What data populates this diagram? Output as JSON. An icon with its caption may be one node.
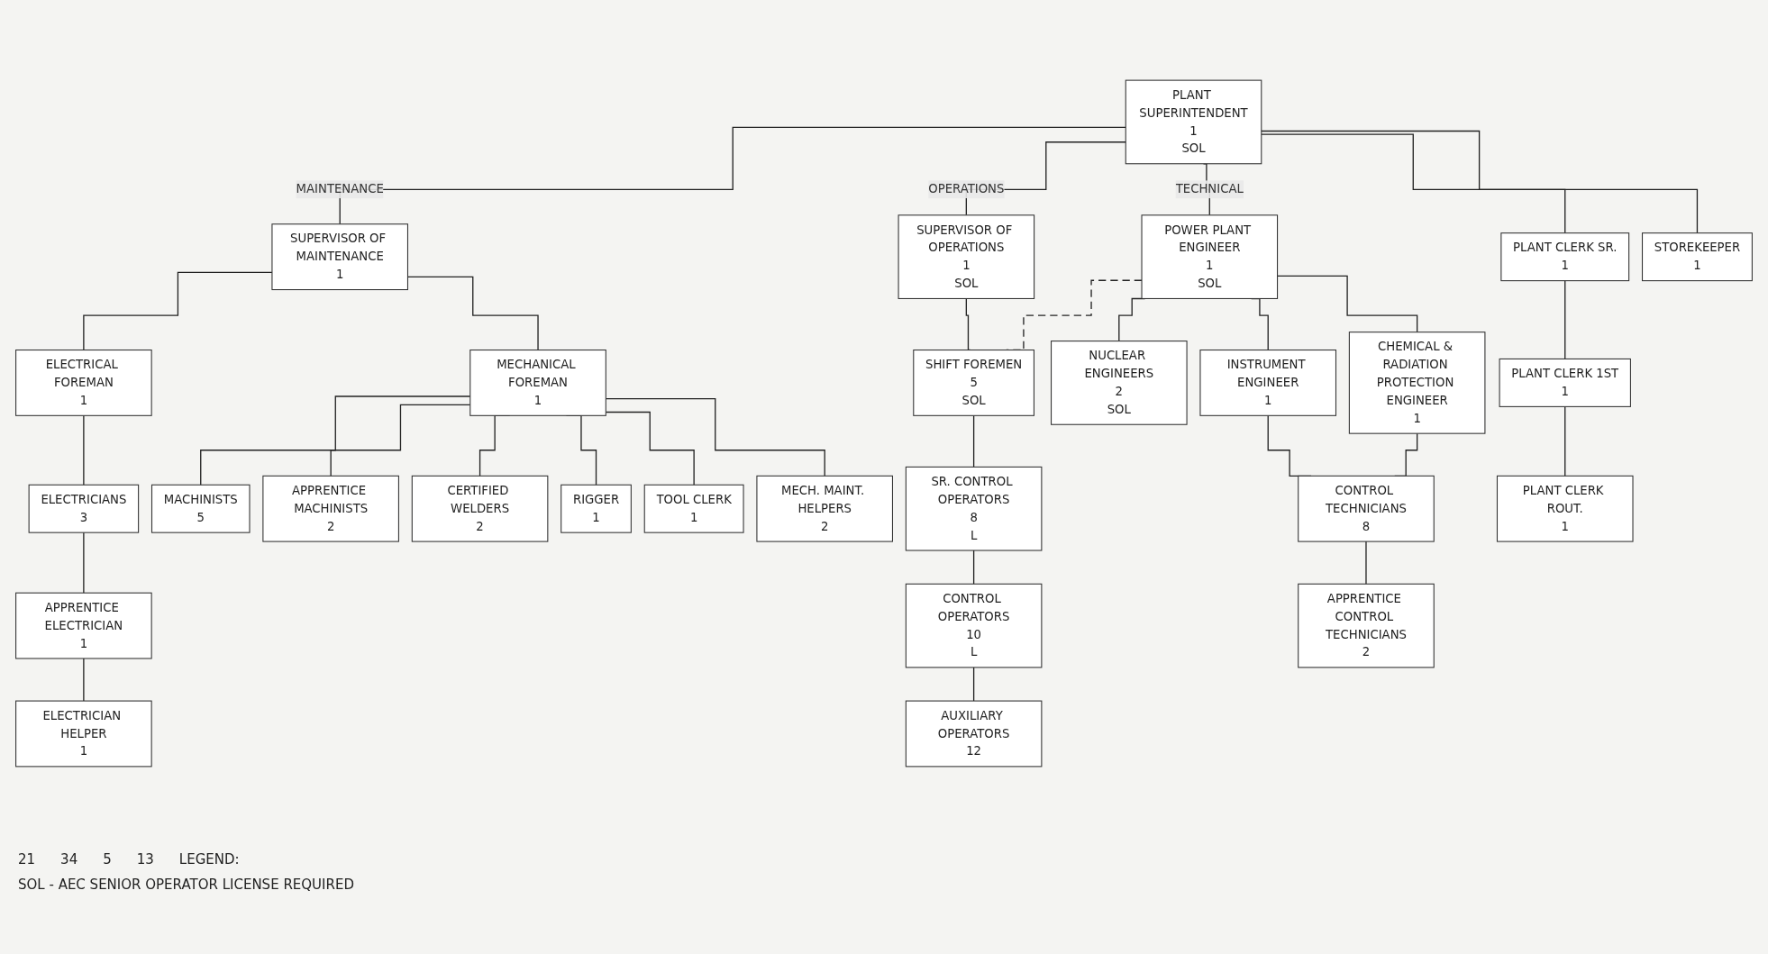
{
  "diagram": {
    "nodes": [
      {
        "text": [
          "PLANT SUPERINTENDENT",
          "1",
          "SOL"
        ]
      },
      {
        "text": [
          "SUPERVISOR OF MAINTENANCE",
          "1"
        ]
      },
      {
        "text": [
          "SUPERVISOR OF OPERATIONS",
          "1",
          "SOL"
        ]
      },
      {
        "text": [
          "POWER PLANT ENGINEER",
          "1",
          "SOL"
        ]
      },
      {
        "text": [
          "ELECTRICAL FOREMAN",
          "1"
        ]
      },
      {
        "text": [
          "MECHANICAL FOREMAN",
          "1"
        ]
      },
      {
        "text": [
          "SHIFT FOREMEN",
          "5",
          "SOL"
        ]
      },
      {
        "text": [
          "NUCLEAR ENGINEERS",
          "2",
          "SOL"
        ]
      },
      {
        "text": [
          "INSTRUMENT ENGINEER",
          "1"
        ]
      },
      {
        "text": [
          "CHEMICAL & RADIATION PROTECTION ENGINEER",
          "1"
        ]
      },
      {
        "text": [
          "ELECTRICIANS",
          "3"
        ]
      },
      {
        "text": [
          "MACHINISTS",
          "5"
        ]
      },
      {
        "text": [
          "SR. CONTROL OPERATORS",
          "8",
          "L"
        ]
      },
      {
        "text": [
          "APPRENTICE ELECTRICIAN",
          "1"
        ]
      },
      {
        "text": [
          "APPRENTICE MACHINISTS",
          "2"
        ]
      },
      {
        "text": [
          "CONTROL OPERATORS",
          "10",
          "L"
        ]
      },
      {
        "text": [
          "CONTROL TECHNICIANS",
          "8"
        ]
      },
      {
        "text": [
          "ELECTRICIAN HELPER",
          "1"
        ]
      },
      {
        "text": [
          "CERTIFIED WELDERS",
          "2"
        ]
      },
      {
        "text": [
          "AUXILIARY OPERATORS",
          "12"
        ]
      },
      {
        "text": [
          "APPRENTICE CONTROL TECHNICIANS",
          "2"
        ]
      },
      {
        "text": [
          "RIGGER",
          "1"
        ]
      },
      {
        "text": [
          "PLANT CLERK SR.",
          "1"
        ]
      },
      {
        "text": [
          "TOOL CLERK",
          "1"
        ]
      },
      {
        "text": [
          "PLANT CLERK 1ST",
          "1"
        ]
      },
      {
        "text": [
          "STOREKEEPER",
          "1"
        ]
      },
      {
        "text": [
          "MECH. MAINT. HELPERS",
          "2"
        ]
      },
      {
        "text": [
          "PLANT CLERK ROUT.",
          "1"
        ]
      }
    ],
    "edges": [
      {
        "from": 0,
        "to": 1,
        "arrow": "none",
        "label": "MAINTENANCE"
      },
      {
        "from": 0,
        "to": 2,
        "arrow": "none",
        "label": "OPERATIONS"
      },
      {
        "from": 0,
        "to": 3,
        "arrow": "none",
        "label": "TECHNICAL"
      },
      {
        "from": 0,
        "to": 22,
        "arrow": "none"
      },
      {
        "from": 0,
        "to": 25,
        "arrow": "none"
      },
      {
        "from": 1,
        "to": 4,
        "arrow": "none"
      },
      {
        "from": 1,
        "to": 5,
        "arrow": "none"
      },
      {
        "from": 2,
        "to": 6,
        "arrow": "none"
      },
      {
        "from": 3,
        "to": 6,
        "arrow": "none",
        "style": "dashed"
      },
      {
        "from": 3,
        "to": 7,
        "arrow": "none"
      },
      {
        "from": 3,
        "to": 8,
        "arrow": "none"
      },
      {
        "from": 3,
        "to": 9,
        "arrow": "none"
      },
      {
        "from": 4,
        "to": 10,
        "arrow": "none"
      },
      {
        "from": 5,
        "to": 11,
        "arrow": "none"
      },
      {
        "from": 5,
        "to": 14,
        "arrow": "none"
      },
      {
        "from": 5,
        "to": 18,
        "arrow": "none"
      },
      {
        "from": 5,
        "to": 21,
        "arrow": "none"
      },
      {
        "from": 5,
        "to": 23,
        "arrow": "none"
      },
      {
        "from": 5,
        "to": 26,
        "arrow": "none"
      },
      {
        "from": 6,
        "to": 12,
        "arrow": "none"
      },
      {
        "from": 8,
        "to": 16,
        "arrow": "none"
      },
      {
        "from": 9,
        "to": 16,
        "arrow": "none"
      },
      {
        "from": 10,
        "to": 13,
        "arrow": "none"
      },
      {
        "from": 12,
        "to": 15,
        "arrow": "none"
      },
      {
        "from": 13,
        "to": 17,
        "arrow": "none"
      },
      {
        "from": 15,
        "to": 19,
        "arrow": "none"
      },
      {
        "from": 16,
        "to": 20,
        "arrow": "none"
      },
      {
        "from": 22,
        "to": 24,
        "arrow": "none"
      },
      {
        "from": 24,
        "to": 27,
        "arrow": "none"
      }
    ],
    "labels": [
      "21",
      "34",
      "5",
      "13",
      "LEGEND:"
    ],
    "legend": [
      {
        "text": "SOL - AEC SENIOR OPERATOR LICENSE REQUIRED"
      }
    ]
  }
}
